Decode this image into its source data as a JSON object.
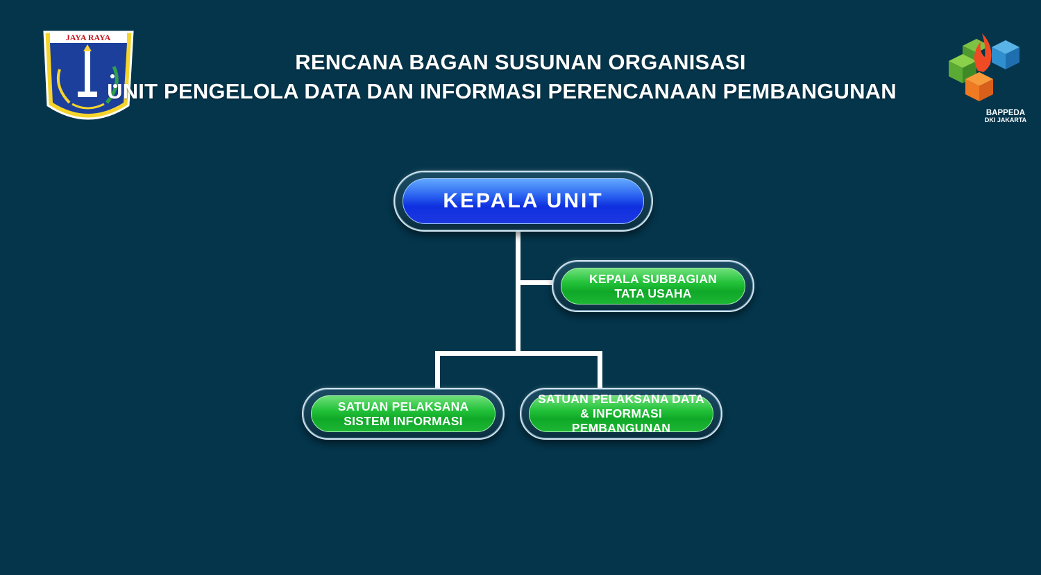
{
  "header": {
    "title_line1": "RENCANA BAGAN SUSUNAN ORGANISASI",
    "title_line2": "UNIT PENGELOLA DATA DAN INFORMASI PERENCANAAN PEMBANGUNAN"
  },
  "logos": {
    "left": {
      "text": "JAYA RAYA"
    },
    "right": {
      "text_line1": "BAPPEDA",
      "text_line2": "DKI JAKARTA"
    }
  },
  "org_chart": {
    "head": "KEPALA UNIT",
    "staff": "KEPALA SUBBAGIAN\nTATA USAHA",
    "units": [
      "SATUAN PELAKSANA\nSISTEM INFORMASI",
      "SATUAN PELAKSANA DATA\n& INFORMASI PEMBANGUNAN"
    ]
  },
  "colors": {
    "background": "#04354b",
    "head_box": "#1a3ff0",
    "unit_box": "#1cb534",
    "connector": "#ffffff"
  }
}
